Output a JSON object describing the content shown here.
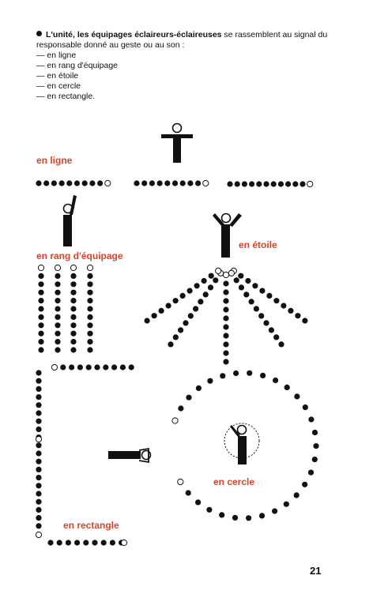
{
  "intro": {
    "bold_text": "L'unité, les équipages éclaireurs-éclaireuses",
    "text": " se rassemblent au signal du responsable donné au geste ou au son :",
    "items": [
      "— en ligne",
      "— en rang d'équipage",
      "— en étoile",
      "— en cercle",
      "— en rectangle."
    ]
  },
  "labels": {
    "ligne": "en ligne",
    "rang": "en rang d'équipage",
    "etoile": "en étoile",
    "cercle": "en cercle",
    "rectangle": "en rectangle"
  },
  "page_number": "21",
  "colors": {
    "label": "#d9442b",
    "ink": "#111111"
  }
}
